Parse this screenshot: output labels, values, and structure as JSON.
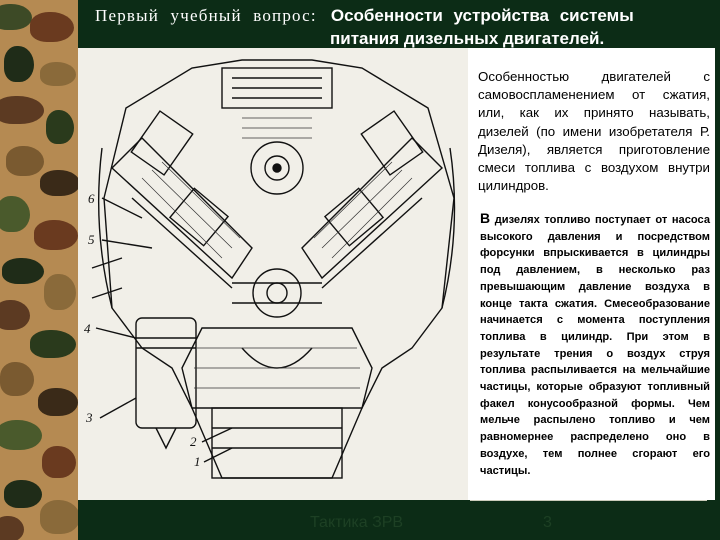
{
  "title": {
    "lead": "Первый учебный вопрос:",
    "bold_line1": "Особенности устройства системы",
    "bold_line2": "питания дизельных двигателей."
  },
  "paragraph1": "Особенностью двигателей с самовоспламенением от сжатия, или, как их принято называть, дизелей (по имени изобретателя Р. Дизеля), является приготовление смеси топлива с воздухом внутри цилиндров.",
  "paragraph2": {
    "first_word": "В",
    "rest": " дизелях топливо поступает от насоса высокого давления и посредством форсунки впрыскивается в цилиндры под давлением, в несколько раз превышающим давление воздуха в конце такта сжатия. Смесеобразование начинается с момента поступления топлива в цилиндр. При этом в результате трения о воздух струя топлива распыливается на мельчайшие частицы, которые образуют топливный факел конусообразной формы. Чем мельче распылено топливо и чем равномернее распределено оно в воздухе, тем полнее сгорают его частицы."
  },
  "engine_labels": [
    "1",
    "2",
    "3",
    "4",
    "5",
    "6"
  ],
  "footer": {
    "course": "Тактика ЗРВ",
    "page_number": "3"
  },
  "colors": {
    "background": "#0c2c16",
    "camo_base": "#b58a52",
    "footer_text": "#1d4024"
  }
}
